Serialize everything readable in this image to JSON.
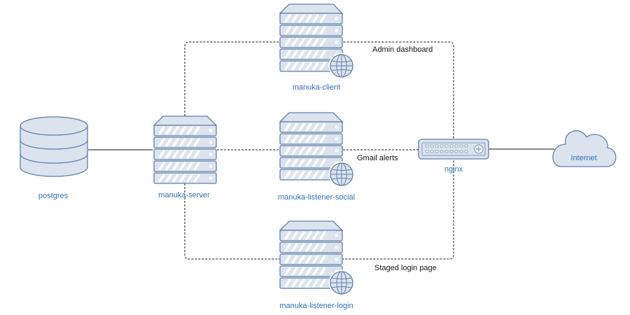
{
  "colors": {
    "node_fill": "#dbe3ef",
    "node_stroke": "#5f7fa8",
    "label": "#2e6fb6",
    "line": "#111111"
  },
  "nodes": {
    "postgres": {
      "label": "postgres",
      "icon": "database-icon"
    },
    "server": {
      "label": "manuka-server",
      "icon": "server-icon"
    },
    "client": {
      "label": "manuka-client",
      "icon": "web-server-icon"
    },
    "social": {
      "label": "manuka-listener-social",
      "icon": "web-server-icon"
    },
    "login": {
      "label": "manuka-listener-login",
      "icon": "web-server-icon"
    },
    "nginx": {
      "label": "nginx",
      "icon": "router-icon"
    },
    "internet": {
      "label": "Internet",
      "icon": "cloud-icon"
    }
  },
  "edges": {
    "admin": "Admin dashboard",
    "gmail": "Gmail alerts",
    "staged": "Staged login page"
  }
}
